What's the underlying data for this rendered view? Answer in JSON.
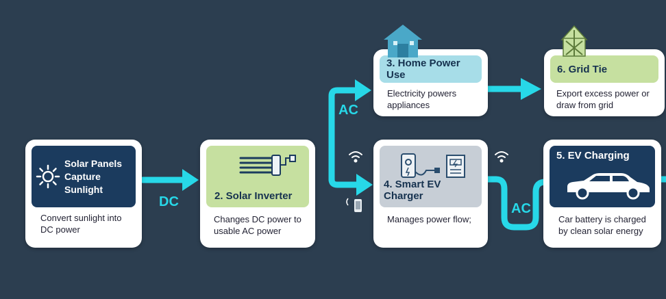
{
  "cards": {
    "solar": {
      "title": "Solar Panels Capture Sunlight",
      "desc": "Convert sunlight into DC power"
    },
    "inverter": {
      "title": "2. Solar Inverter",
      "desc": "Changes DC power to usable AC power"
    },
    "home": {
      "title": "3. Home Power Use",
      "desc": "Electricity powers appliances"
    },
    "charger": {
      "title": "4. Smart EV Charger",
      "desc": "Manages power flow;"
    },
    "ev": {
      "title": "5. EV Charging",
      "desc": "Car battery is charged by clean solar energy"
    },
    "grid": {
      "title": "6. Grid Tie",
      "desc": "Export excess power or draw from grid"
    }
  },
  "flow_labels": {
    "dc": "DC",
    "ac_up": "AC",
    "ac_ev": "AC"
  },
  "colors": {
    "background": "#2c3e50",
    "flow": "#27d8e8",
    "navy": "#1b3b5e",
    "green": "#c6e0a0",
    "light_blue": "#a7dde8"
  },
  "icons": [
    "sun-icon",
    "inverter-icon",
    "house-icon",
    "charger-icon",
    "car-icon",
    "grid-tower-icon",
    "wifi-icon",
    "phone-icon"
  ]
}
